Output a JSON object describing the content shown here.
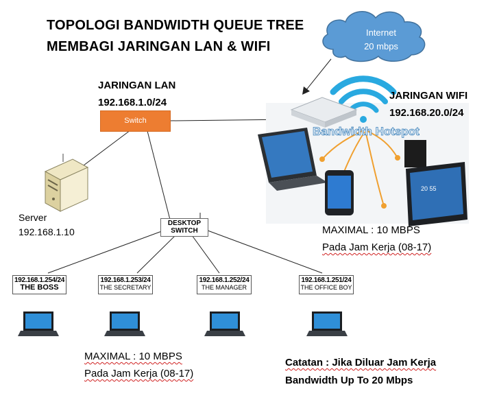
{
  "title": {
    "line1": "TOPOLOGI BANDWIDTH QUEUE TREE",
    "line2": "MEMBAGI JARINGAN LAN & WIFI"
  },
  "internet": {
    "label": "Internet",
    "speed": "20 mbps"
  },
  "lan": {
    "label": "JARINGAN LAN",
    "subnet": "192.168.1.0/24",
    "switch_label": "Switch"
  },
  "wifi": {
    "label": "JARINGAN WIFI",
    "subnet": "192.168.20.0/24",
    "hotspot_label": "Bandwidth Hotspot",
    "tablet_time": "20 55",
    "limit": "MAXIMAL : 10 MBPS",
    "hours": "Pada Jam Kerja (08-17)"
  },
  "server": {
    "label": "Server",
    "ip": "192.168.1.10"
  },
  "desktop_switch": {
    "line1": "DESKTOP",
    "line2": "SWITCH"
  },
  "hosts": [
    {
      "ip": "192.168.1.254/24",
      "name": "THE BOSS"
    },
    {
      "ip": "192.168.1.253/24",
      "name": "THE SECRETARY"
    },
    {
      "ip": "192.168.1.252/24",
      "name": "THE MANAGER"
    },
    {
      "ip": "192.168.1.251/24",
      "name": "THE OFFICE BOY"
    }
  ],
  "lan_policy": {
    "limit": "MAXIMAL : 10 MBPS",
    "hours": "Pada Jam Kerja (08-17)"
  },
  "note": {
    "line1": "Catatan : Jika Diluar Jam Kerja",
    "line2": "Bandwidth Up To 20 Mbps"
  },
  "colors": {
    "switch": "#ed7d31",
    "cloud": "#5b9bd5",
    "wifi_arc": "#29a9e0",
    "spell_underline": "#d02020"
  }
}
